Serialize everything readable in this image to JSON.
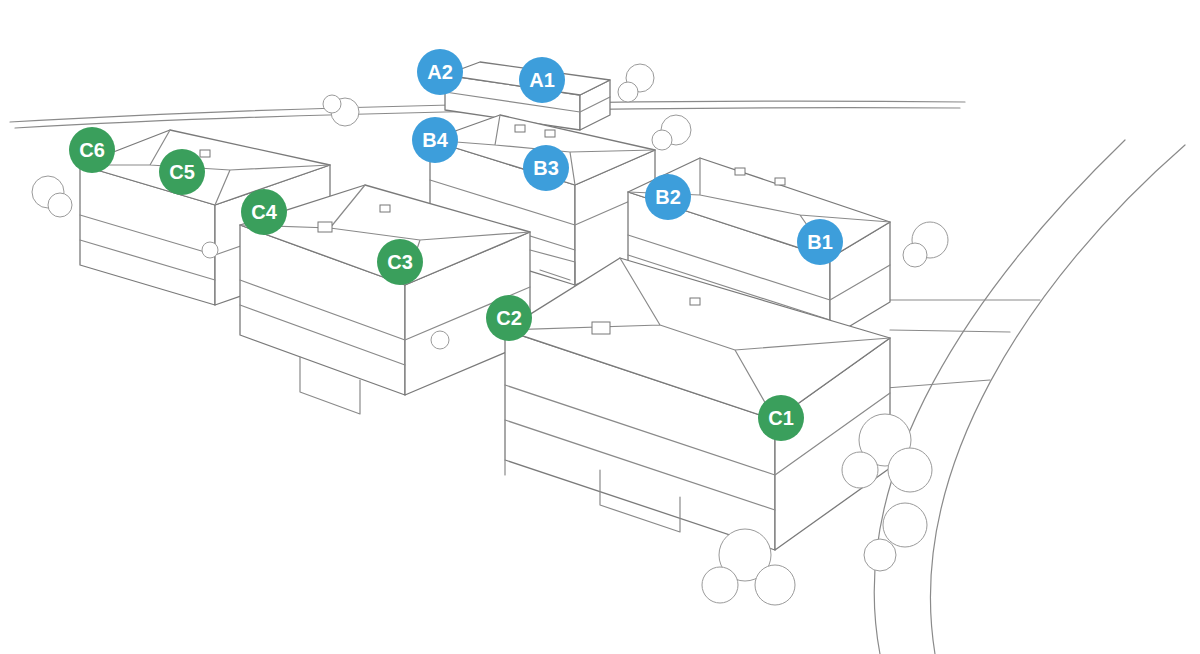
{
  "diagram": {
    "nodes": [
      {
        "text": [
          "A2"
        ]
      },
      {
        "text": [
          "A1"
        ]
      },
      {
        "text": [
          "C6"
        ]
      },
      {
        "text": [
          "B4"
        ]
      },
      {
        "text": [
          "C5"
        ]
      },
      {
        "text": [
          "B3"
        ]
      },
      {
        "text": [
          "C4"
        ]
      },
      {
        "text": [
          "B2"
        ]
      },
      {
        "text": [
          "C3"
        ]
      },
      {
        "text": [
          "B1"
        ]
      },
      {
        "text": [
          "C2"
        ]
      },
      {
        "text": [
          "C1"
        ]
      }
    ]
  }
}
